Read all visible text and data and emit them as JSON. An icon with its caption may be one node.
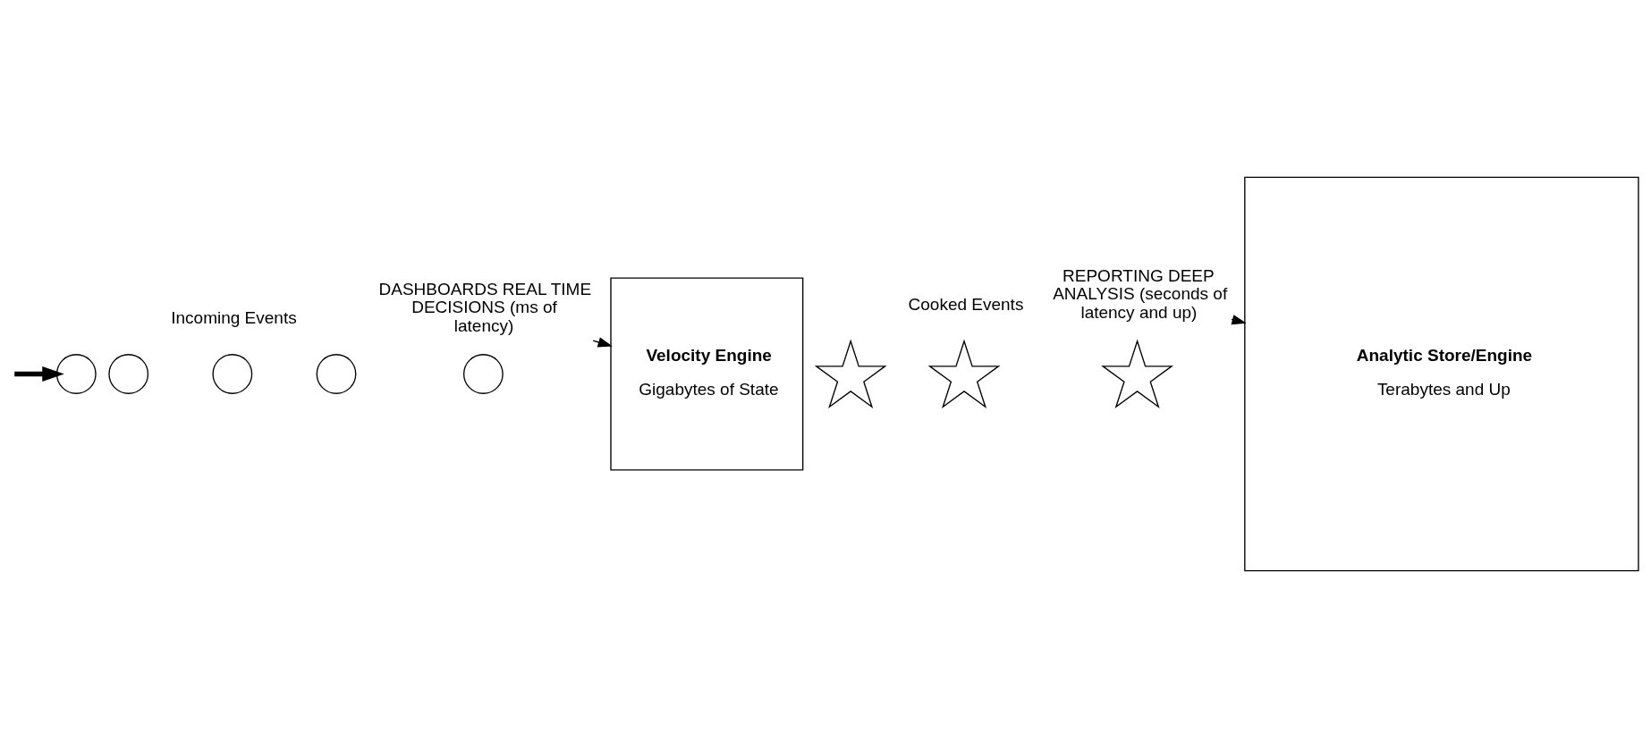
{
  "diagram": {
    "nodes": [
      {
        "text": [
          "DASHBOARDS REAL TIME DECISIONS (ms of latency)"
        ]
      },
      {
        "text": [
          "REPORTING DEEP ANALYSIS (seconds of latency and up)"
        ]
      },
      {
        "text": [],
        "shape": "circle"
      },
      {
        "text": [],
        "shape": "circle"
      },
      {
        "text": [],
        "shape": "circle"
      },
      {
        "text": [],
        "shape": "circle"
      },
      {
        "text": [],
        "shape": "circle"
      },
      {
        "text": [
          "Velocity Engine",
          "Gigabytes of State"
        ]
      },
      {
        "text": [],
        "shape": "star"
      },
      {
        "text": [],
        "shape": "star"
      },
      {
        "text": [],
        "shape": "star"
      },
      {
        "text": [
          "Analytic Store/Engine",
          "Terabytes and Up"
        ]
      }
    ],
    "edges": [
      {
        "from": null,
        "to": 2,
        "arrow": "to",
        "style": "thick"
      },
      {
        "from": 0,
        "to": 7,
        "arrow": "to"
      },
      {
        "from": 1,
        "to": 11,
        "arrow": "to"
      }
    ],
    "labels": [
      "Incoming Events",
      "Cooked Events"
    ]
  }
}
